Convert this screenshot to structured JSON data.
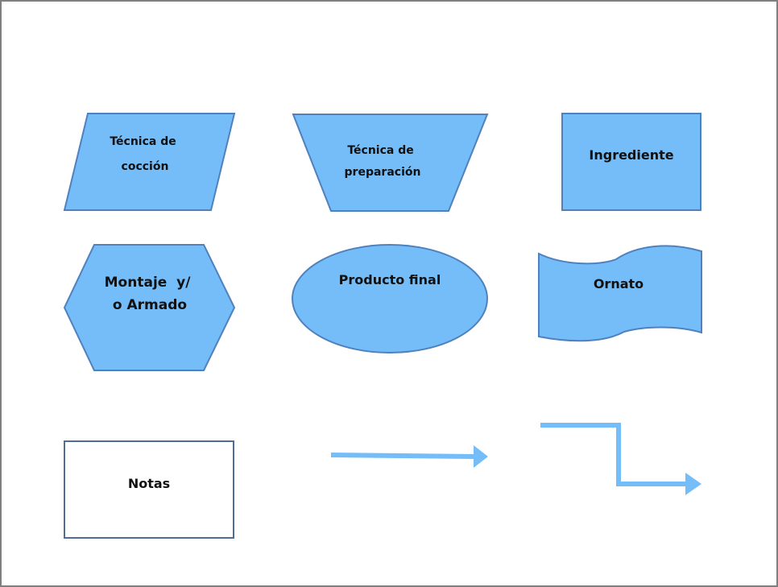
{
  "diagram": {
    "title": "",
    "colors": {
      "shape_fill": "#74bdf9",
      "shape_stroke": "#4f81bd",
      "note_fill": "#ffffff",
      "note_stroke": "#4f6d95",
      "connector": "#74bdf9",
      "frame": "#7f7f7f"
    },
    "shapes": [
      {
        "id": "coccion",
        "kind": "parallelogram",
        "lines": [
          "Técnica de",
          "cocción"
        ]
      },
      {
        "id": "preparacion",
        "kind": "trapezoid",
        "lines": [
          "Técnica de",
          "preparación"
        ]
      },
      {
        "id": "ingrediente",
        "kind": "rectangle",
        "lines": [
          "Ingrediente"
        ]
      },
      {
        "id": "montaje",
        "kind": "hexagon",
        "lines": [
          "Montaje  y/",
          "o Armado"
        ]
      },
      {
        "id": "producto",
        "kind": "ellipse",
        "lines": [
          "Producto final"
        ]
      },
      {
        "id": "ornato",
        "kind": "wave",
        "lines": [
          "Ornato"
        ]
      },
      {
        "id": "notas",
        "kind": "note-rectangle",
        "lines": [
          "Notas"
        ]
      }
    ],
    "connectors": [
      {
        "id": "straight",
        "kind": "straight-arrow",
        "label": ""
      },
      {
        "id": "elbow",
        "kind": "elbow-arrow",
        "label": ""
      }
    ]
  }
}
